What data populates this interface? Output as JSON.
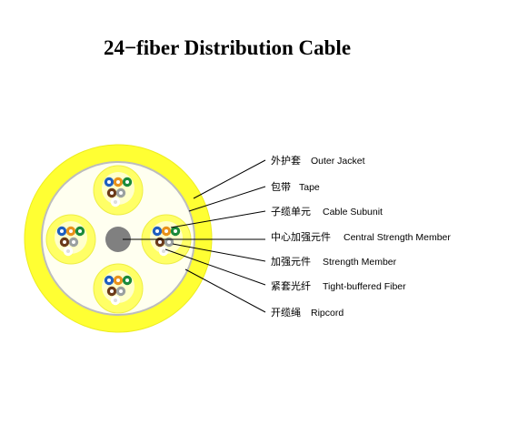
{
  "title": "24−fiber Distribution Cable",
  "labels": [
    {
      "cn": "外护套",
      "en": "Outer Jacket"
    },
    {
      "cn": "包带",
      "en": "Tape"
    },
    {
      "cn": "子缆单元",
      "en": "Cable Subunit"
    },
    {
      "cn": "中心加强元件",
      "en": "Central Strength Member"
    },
    {
      "cn": "加强元件",
      "en": "Strength Member"
    },
    {
      "cn": "紧套光纤",
      "en": "Tight-buffered Fiber"
    },
    {
      "cn": "开缆绳",
      "en": "Ripcord"
    }
  ],
  "colors": {
    "jacket": "#ffff33",
    "jacket_edge": "#e8e800",
    "tape_ring": "#c0c0c0",
    "core_fill": "#fffff0",
    "subunit": "#ffff66",
    "strength_member": "#808080",
    "fiber_colors": [
      "#1f5fbf",
      "#e8911a",
      "#1a8a3a",
      "#6b3a1a",
      "#9aa0a0",
      "#ffffff"
    ]
  }
}
